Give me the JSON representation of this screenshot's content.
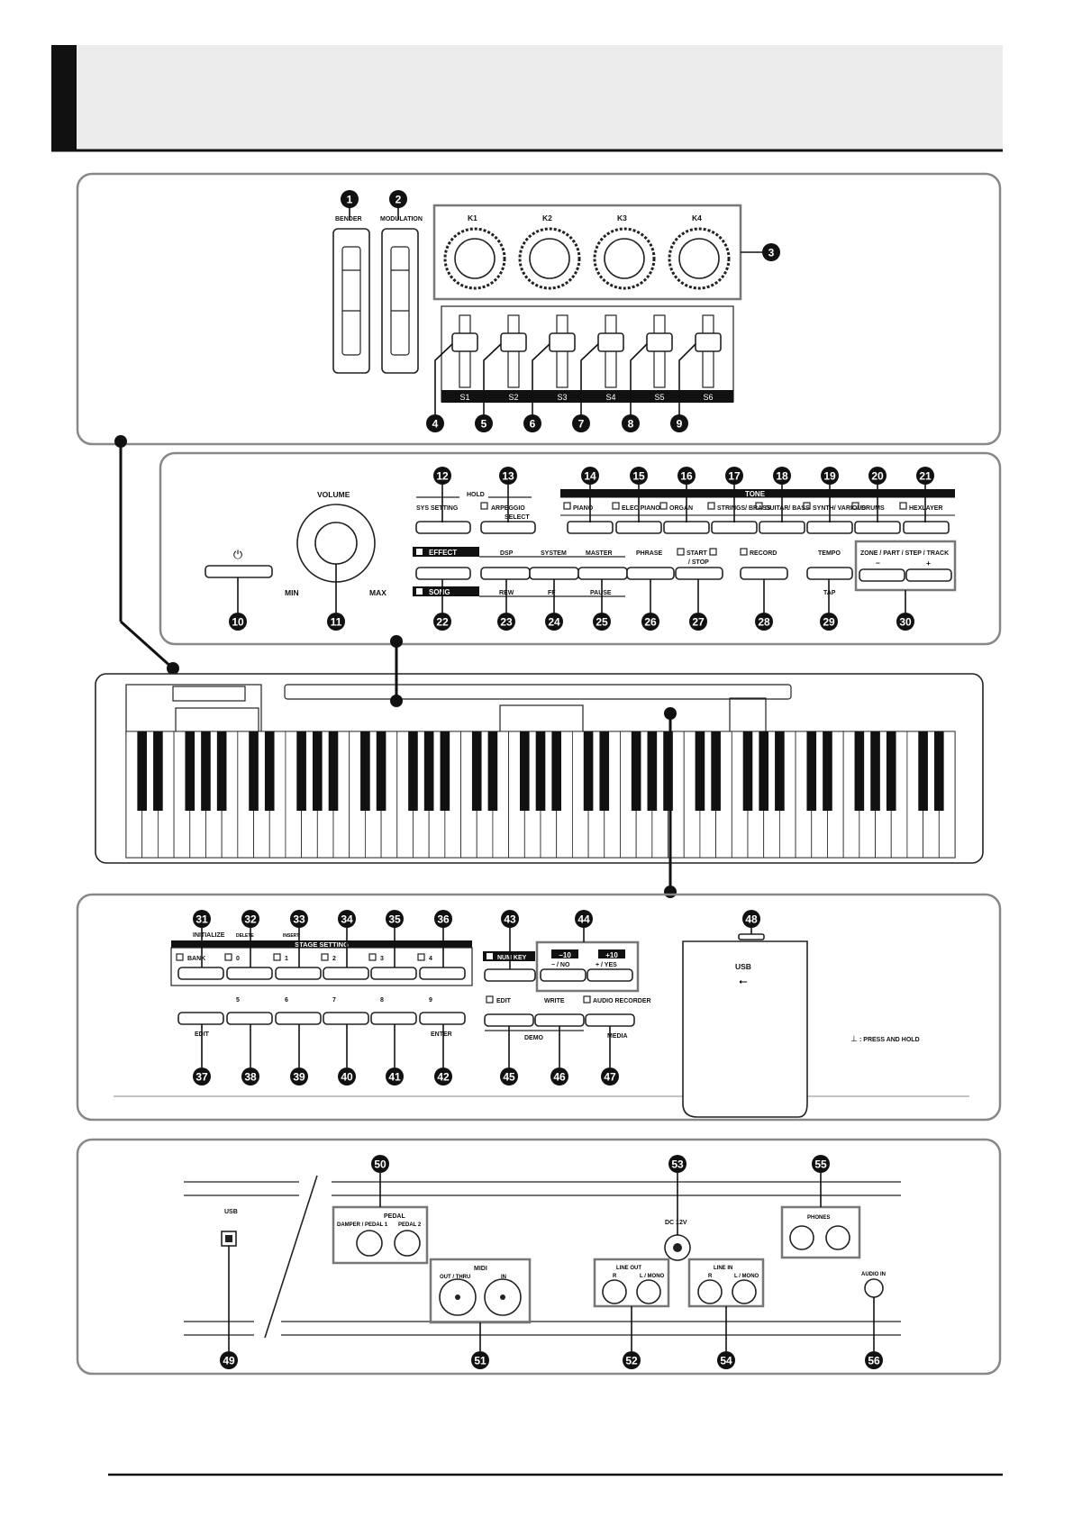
{
  "page": {
    "header_title": "",
    "footer_text": "",
    "press_and_hold_legend": ": PRESS AND HOLD"
  },
  "top_panel": {
    "bender_label": "BENDER",
    "modulation_label": "MODULATION",
    "knobs": [
      "K1",
      "K2",
      "K3",
      "K4"
    ],
    "sliders": [
      "S1",
      "S2",
      "S3",
      "S4",
      "S5",
      "S6"
    ]
  },
  "mid_panel": {
    "volume_label": "VOLUME",
    "min_label": "MIN",
    "max_label": "MAX",
    "hold_label": "HOLD",
    "sys_setting_label": "SYS SETTING",
    "arpeggio_label": "ARPEGGIO",
    "select_label": "SELECT",
    "tone_label": "TONE",
    "tone_buttons": [
      "PIANO",
      "ELEC PIANO",
      "ORGAN",
      "STRINGS/ BRASS",
      "GUITAR/ BASS",
      "SYNTH/ VARIOUS",
      "DRUMS",
      "HEXLAYER"
    ],
    "effect_label": "EFFECT",
    "dsp_label": "DSP",
    "system_label": "SYSTEM",
    "master_label": "MASTER",
    "phrase_label": "PHRASE",
    "start_label": "START",
    "stop_label": "/ STOP",
    "record_label": "RECORD",
    "tempo_label": "TEMPO",
    "tap_label": "TAP",
    "zone_label": "ZONE / PART / STEP / TRACK",
    "minus_label": "−",
    "plus_label": "+",
    "song_label": "SONG",
    "rew_label": "REW",
    "ff_label": "FF",
    "pause_label": "PAUSE"
  },
  "lower_panel": {
    "initialize_label": "INITIALIZE",
    "delete_label": "DELETE",
    "insert_label": "INSERT",
    "stage_setting_label": "STAGE SETTING",
    "bank_label": "BANK",
    "stage_numbers": [
      "0",
      "1",
      "2",
      "3",
      "4"
    ],
    "second_row_numbers": [
      "5",
      "6",
      "7",
      "8",
      "9"
    ],
    "edit_label": "EDIT",
    "enter_label": "ENTER",
    "num_key_label": "NUM KEY",
    "minus10_label": "−10",
    "no_label": "− / NO",
    "plus10_label": "+10",
    "yes_label": "+ / YES",
    "edit2_label": "EDIT",
    "write_label": "WRITE",
    "audio_recorder_label": "AUDIO RECORDER",
    "demo_label": "DEMO",
    "media_label": "MEDIA",
    "usb_label": "USB"
  },
  "rear_panel": {
    "usb_label": "USB",
    "pedal_label": "PEDAL",
    "damper_label": "DAMPER / PEDAL 1",
    "pedal2_label": "PEDAL 2",
    "midi_label": "MIDI",
    "out_thru_label": "OUT / THRU",
    "in_label": "IN",
    "dc_label": "DC 12V",
    "line_out_label": "LINE OUT",
    "line_in_label": "LINE IN",
    "r_label": "R",
    "l_mono_label": "L / MONO",
    "phones_label": "PHONES",
    "audio_in_label": "AUDIO IN"
  },
  "callouts": [
    "1",
    "2",
    "3",
    "4",
    "5",
    "6",
    "7",
    "8",
    "9",
    "10",
    "11",
    "12",
    "13",
    "14",
    "15",
    "16",
    "17",
    "18",
    "19",
    "20",
    "21",
    "22",
    "23",
    "24",
    "25",
    "26",
    "27",
    "28",
    "29",
    "30",
    "31",
    "32",
    "33",
    "34",
    "35",
    "36",
    "37",
    "38",
    "39",
    "40",
    "41",
    "42",
    "43",
    "44",
    "45",
    "46",
    "47",
    "48",
    "49",
    "50",
    "51",
    "52",
    "53",
    "54",
    "55",
    "56"
  ]
}
